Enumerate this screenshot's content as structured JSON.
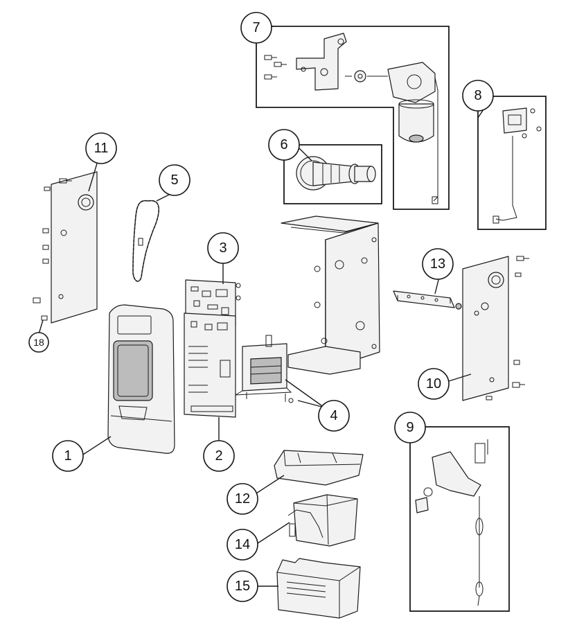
{
  "callouts": [
    {
      "id": "1",
      "label": "1"
    },
    {
      "id": "2",
      "label": "2"
    },
    {
      "id": "3",
      "label": "3"
    },
    {
      "id": "4",
      "label": "4"
    },
    {
      "id": "5",
      "label": "5"
    },
    {
      "id": "6",
      "label": "6"
    },
    {
      "id": "7",
      "label": "7"
    },
    {
      "id": "8",
      "label": "8"
    },
    {
      "id": "9",
      "label": "9"
    },
    {
      "id": "10",
      "label": "10"
    },
    {
      "id": "11",
      "label": "11"
    },
    {
      "id": "12",
      "label": "12"
    },
    {
      "id": "13",
      "label": "13"
    },
    {
      "id": "14",
      "label": "14"
    },
    {
      "id": "15",
      "label": "15"
    },
    {
      "id": "18",
      "label": "18"
    }
  ]
}
